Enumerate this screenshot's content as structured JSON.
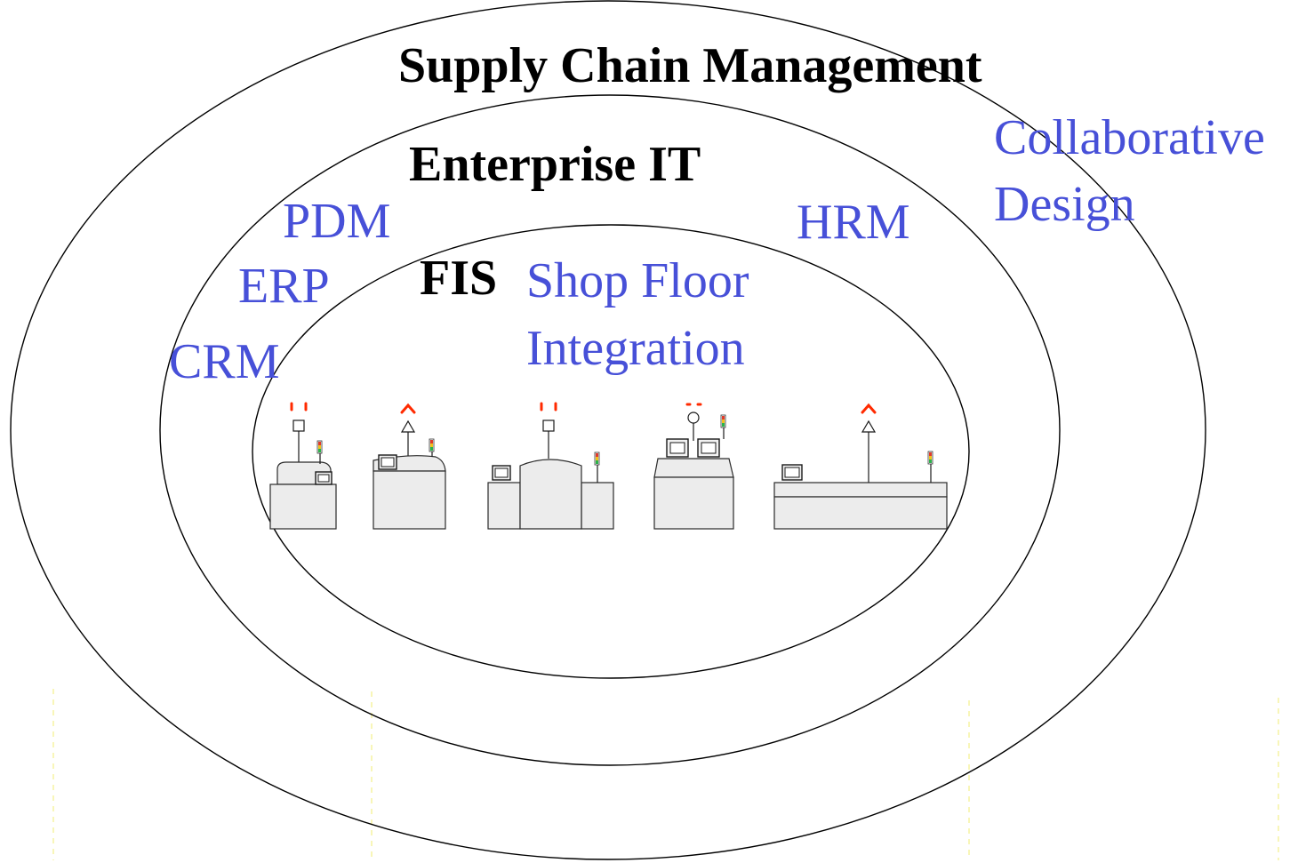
{
  "layers": {
    "outer": {
      "title": "Supply Chain Management"
    },
    "middle": {
      "title": "Enterprise IT"
    },
    "inner": {
      "title": "FIS"
    }
  },
  "labels": {
    "collaborative_line1": "Collaborative",
    "collaborative_line2": "Design",
    "pdm": "PDM",
    "erp": "ERP",
    "crm": "CRM",
    "hrm": "HRM",
    "shop_floor_line1": "Shop Floor",
    "shop_floor_line2": "Integration"
  },
  "colors": {
    "heading": "#000000",
    "accent_blue": "#4750d8",
    "signal_red": "#ff2a00",
    "guide_yellow": "#f4f08a",
    "machine_fill": "#ececec"
  },
  "machines": [
    {
      "name": "machine-1",
      "antenna": "square",
      "signal": "bars"
    },
    {
      "name": "machine-2",
      "antenna": "triangle",
      "signal": "chevron"
    },
    {
      "name": "machine-3",
      "antenna": "square",
      "signal": "bars"
    },
    {
      "name": "machine-4",
      "antenna": "circle",
      "signal": "dots"
    },
    {
      "name": "machine-5",
      "antenna": "triangle",
      "signal": "chevron"
    }
  ]
}
